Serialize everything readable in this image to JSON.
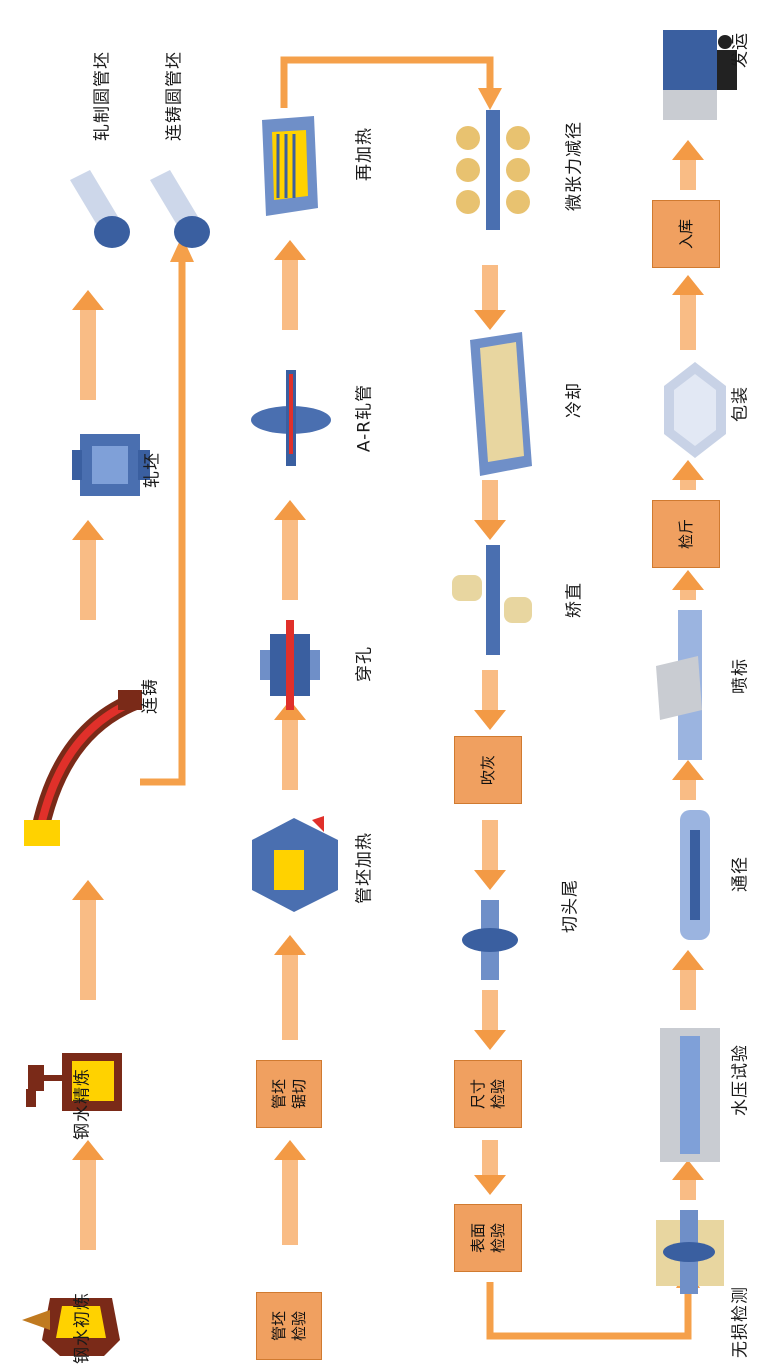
{
  "steps": {
    "s01": "钢水初炼",
    "s02": "钢水精炼",
    "s03": "连铸",
    "s04": "轧坯",
    "s05": "轧制圆管坯",
    "s06": "连铸圆管坯",
    "s07": "管坯检验",
    "s08": "管坯锯切",
    "s09": "管坯加热",
    "s10": "穿孔",
    "s11": "A-R轧管",
    "s12": "再加热",
    "s13": "微张力减径",
    "s14": "冷却",
    "s15": "矫直",
    "s16": "吹灰",
    "s17": "切头尾",
    "s18": "尺寸检验",
    "s19": "表面检验",
    "s20": "无损检测",
    "s21": "水压试验",
    "s22": "通径",
    "s23": "喷标",
    "s24": "检斤",
    "s25": "包装",
    "s26": "入库",
    "s27": "发运"
  },
  "box_lines": {
    "s07": "管坯\n检验",
    "s08": "管坯\n锯切",
    "s16": "吹灰",
    "s18": "尺寸\n检验",
    "s19": "表面\n检验",
    "s24": "检斤",
    "s26": "入库"
  },
  "colors": {
    "arrow": "#f5a55a",
    "arrow_dark": "#f08a2a",
    "box": "#f0a060",
    "steel": "#3a5fa0",
    "hot": "#ffd200",
    "brown": "#7a2a18"
  }
}
